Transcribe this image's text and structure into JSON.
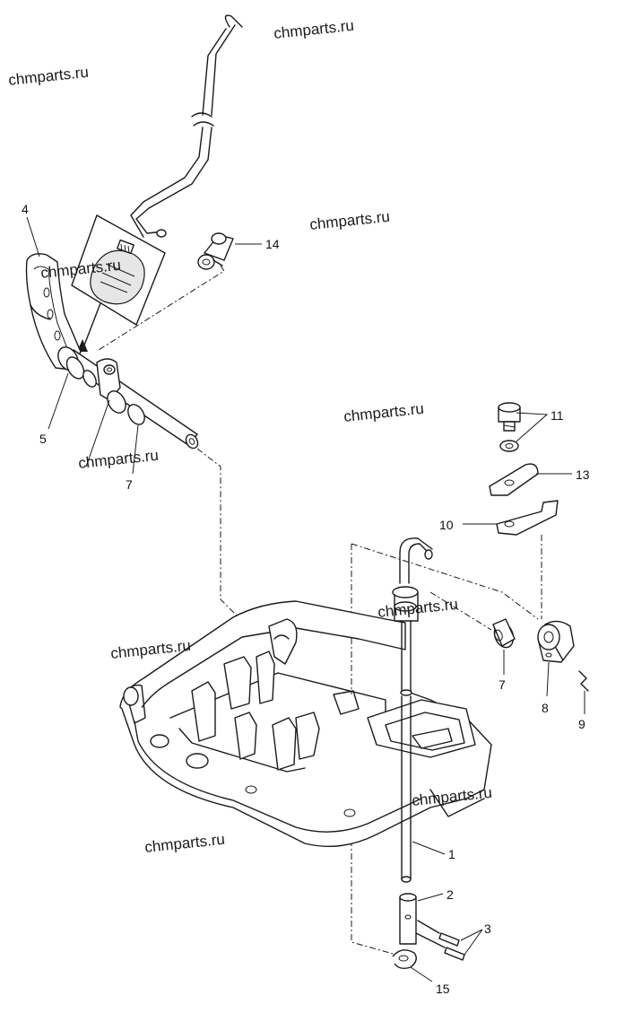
{
  "watermark": "chmparts.ru",
  "part_numbers": {
    "p1": "1",
    "p2": "2",
    "p3": "3",
    "p4": "4",
    "p5": "5",
    "p7a": "7",
    "p7b": "7",
    "p8": "8",
    "p9": "9",
    "p10": "10",
    "p11": "11",
    "p13": "13",
    "p14": "14",
    "p15": "15"
  }
}
